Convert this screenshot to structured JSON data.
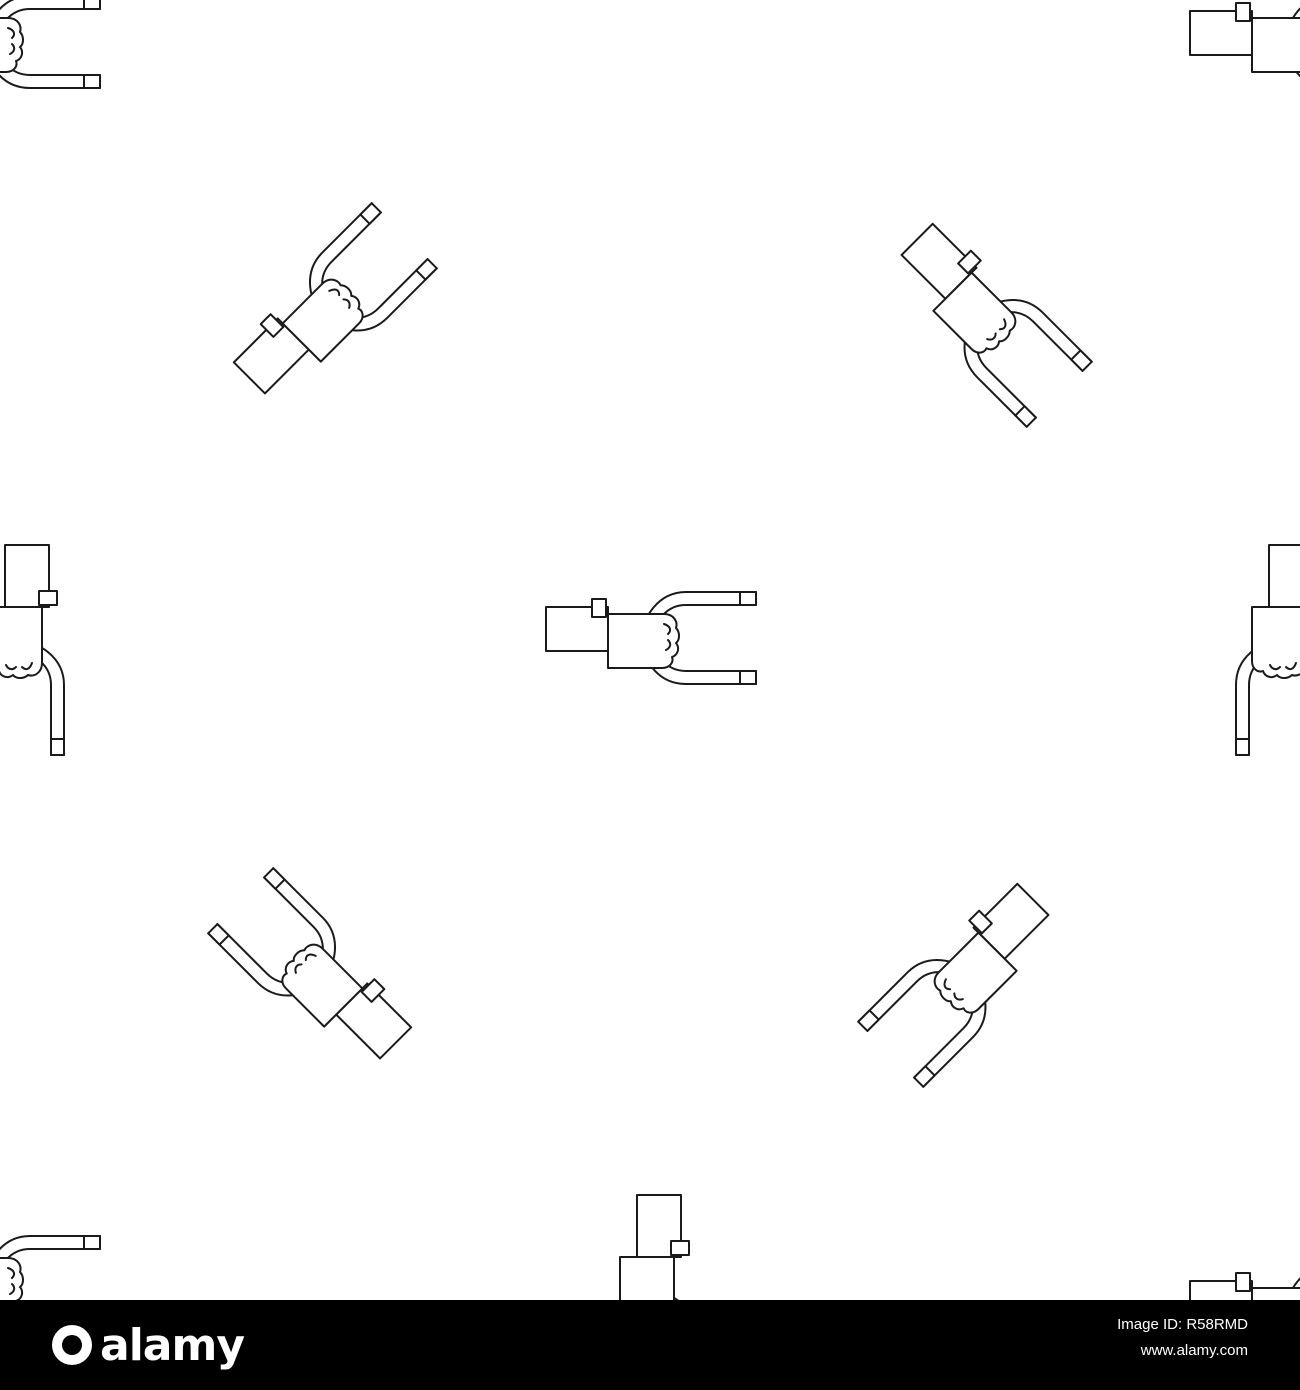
{
  "pattern": {
    "line_color": "#1a1a1a",
    "background_color": "#ffffff",
    "icon": "hand-holding-magnet-icon"
  },
  "watermark": {
    "brand": "alamy",
    "image_id_label": "Image ID: R58RMD",
    "url": "www.alamy.com",
    "bar_color": "#000000",
    "text_color": "#ffffff"
  }
}
